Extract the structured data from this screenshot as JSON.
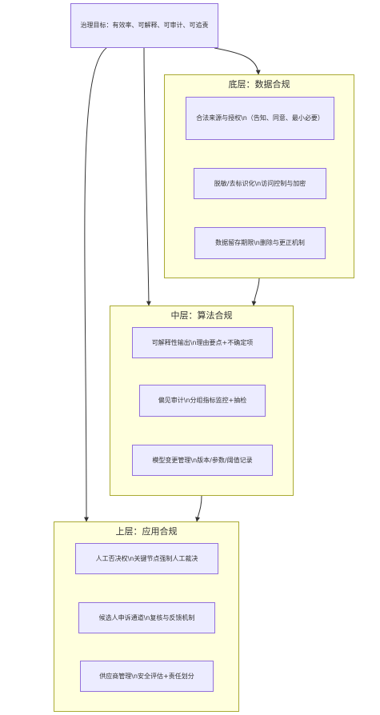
{
  "goal": {
    "label": "治理目标：有效率、可解释、可审计、可追责"
  },
  "layers": [
    {
      "title": "底层：数据合规",
      "nodes": [
        "合法来源与授权\\n（告知、同意、最小必要）",
        "脱敏/去标识化\\n访问控制与加密",
        "数据留存期限\\n删除与更正机制"
      ]
    },
    {
      "title": "中层：算法合规",
      "nodes": [
        "可解释性输出\\n理由要点+不确定项",
        "偏见审计\\n分组指标监控+抽检",
        "模型变更管理\\n版本/参数/阈值记录"
      ]
    },
    {
      "title": "上层：应用合规",
      "nodes": [
        "人工否决权\\n关键节点强制人工裁决",
        "候选人申诉通道\\n复核与反馈机制",
        "供应商管理\\n安全评估+责任划分"
      ]
    }
  ],
  "colors": {
    "node_fill": "#ececff",
    "node_border": "#9370db",
    "group_fill": "#ffffde",
    "group_border": "#aaaa33",
    "edge": "#333333"
  }
}
